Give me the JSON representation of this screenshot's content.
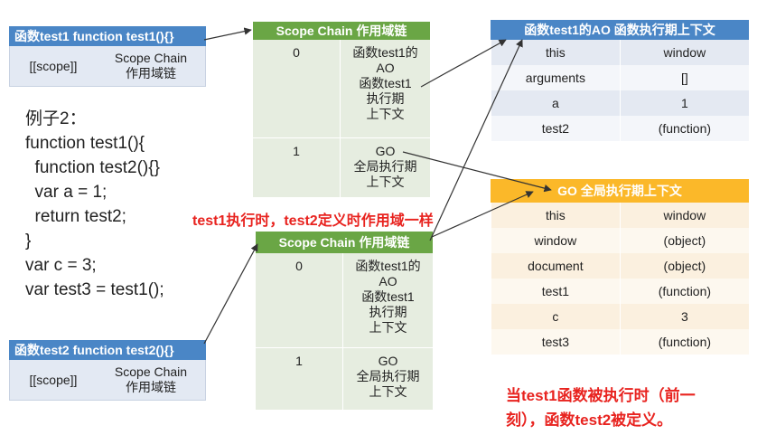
{
  "test1_box": {
    "title": "函数test1  function test1(){}",
    "col1": "[[scope]]",
    "col2": "Scope Chain\n作用域链"
  },
  "test2_box": {
    "title": "函数test2  function test2(){}",
    "col1": "[[scope]]",
    "col2": "Scope Chain\n作用域链"
  },
  "chain_top": {
    "title": "Scope Chain 作用域链",
    "rows": [
      {
        "index": "0",
        "value": "函数test1的\nAO\n函数test1\n执行期\n上下文"
      },
      {
        "index": "1",
        "value": "GO\n全局执行期\n上下文"
      }
    ]
  },
  "chain_bottom": {
    "title": "Scope Chain 作用域链",
    "rows": [
      {
        "index": "0",
        "value": "函数test1的\nAO\n函数test1\n执行期\n上下文"
      },
      {
        "index": "1",
        "value": "GO\n全局执行期\n上下文"
      }
    ]
  },
  "ao_table": {
    "title": "函数test1的AO 函数执行期上下文",
    "rows": [
      {
        "key": "this",
        "value": "window"
      },
      {
        "key": "arguments",
        "value": "[]"
      },
      {
        "key": "a",
        "value": "1"
      },
      {
        "key": "test2",
        "value": "(function)"
      }
    ]
  },
  "go_table": {
    "title": "GO 全局执行期上下文",
    "rows": [
      {
        "key": "this",
        "value": "window"
      },
      {
        "key": "window",
        "value": "(object)"
      },
      {
        "key": "document",
        "value": "(object)"
      },
      {
        "key": "test1",
        "value": "(function)"
      },
      {
        "key": "c",
        "value": "3"
      },
      {
        "key": "test3",
        "value": "(function)"
      }
    ]
  },
  "code": "例子2：\nfunction test1(){\n  function test2(){}\n  var a = 1;\n  return test2;\n}\nvar c = 3;\nvar test3 = test1();",
  "note_middle": "test1执行时，test2定义时作用域一样",
  "note_bottom": "当test1函数被执行时（前一\n刻），函数test2被定义。",
  "colors": {
    "blue_header": "#4a86c6",
    "green_header": "#6aa645",
    "orange_header": "#fbb829",
    "note_red": "#e8231f"
  }
}
